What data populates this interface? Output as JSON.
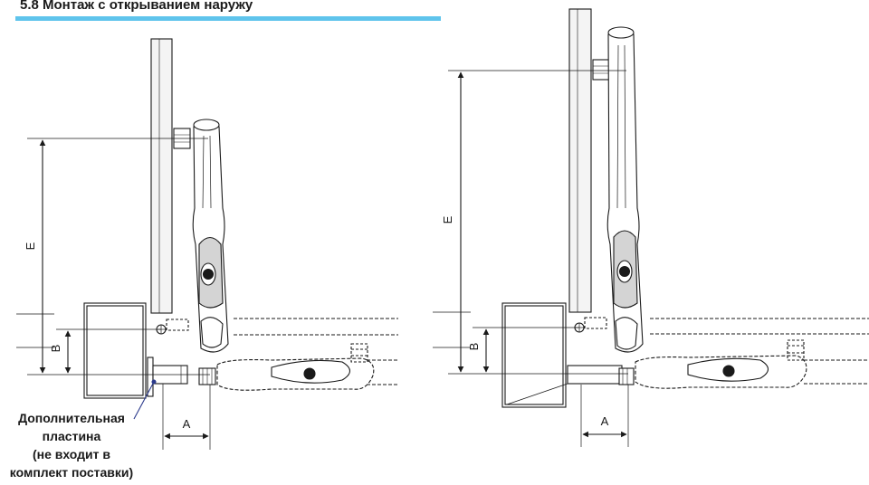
{
  "section": {
    "title": "5.8 Монтаж с открыванием наружу",
    "accent_color": "#5fc4ec"
  },
  "dimensions": {
    "e": "E",
    "b": "B",
    "a": "A"
  },
  "note": {
    "lines": [
      "Дополнительная",
      "пластина",
      "(не входит в",
      "комплект поставки)"
    ]
  },
  "colors": {
    "line": "#1a1a1a",
    "leader": "#2b3a8c",
    "pillar_fill": "#f4f4f4",
    "motor_fill": "#ffffff",
    "cover_fill": "#d4d4d4",
    "logo_fill": "#1a1a1a"
  },
  "icons": {
    "logo": "brand-logo-icon",
    "bolt": "pivot-bolt-icon"
  }
}
